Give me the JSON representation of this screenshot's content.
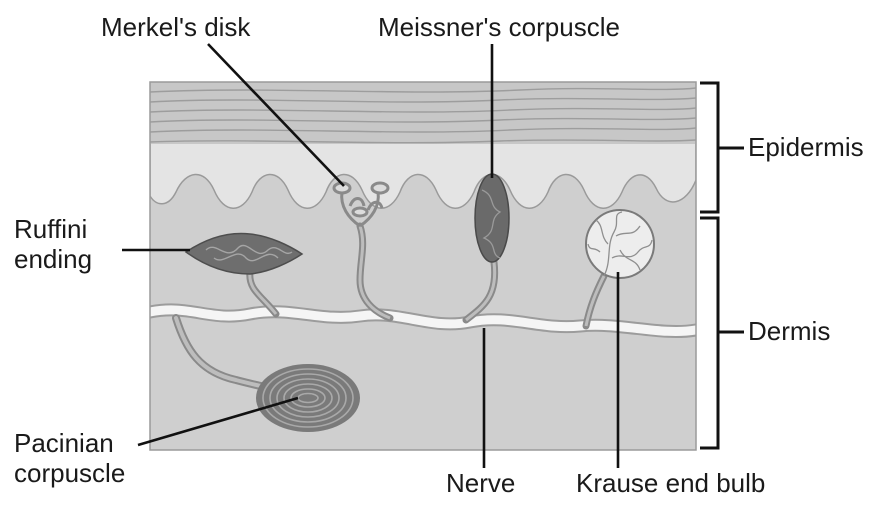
{
  "labels": {
    "merkel": "Merkel's disk",
    "meissner": "Meissner's corpuscle",
    "epidermis": "Epidermis",
    "dermis": "Dermis",
    "ruffini_line1": "Ruffini",
    "ruffini_line2": "ending",
    "pacinian_line1": "Pacinian",
    "pacinian_line2": "corpuscle",
    "nerve": "Nerve",
    "krause": "Krause end bulb"
  },
  "colors": {
    "epidermis_top": "#c9c9c9",
    "epidermis_lower": "#e4e4e4",
    "dermis": "#cfcfcf",
    "nerve": "#f4f4f4",
    "receptor_dark": "#6e6e6e",
    "line": "#111111"
  }
}
